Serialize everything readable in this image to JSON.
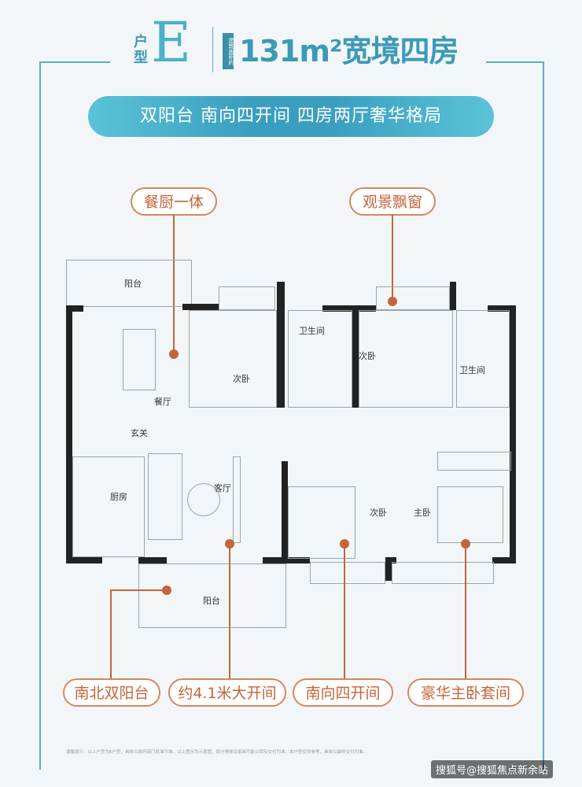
{
  "title": {
    "type_prefix": "户型",
    "type_letter": "E",
    "area_note": "建筑面积约",
    "area_text": "131m²宽境四房"
  },
  "banner": {
    "text": "双阳台   南向四开间   四房两厅奢华格局"
  },
  "callouts": {
    "dining_kitchen": "餐厨一体",
    "bay_window": "观景飘窗",
    "two_balconies": "南北双阳台",
    "wide_opening": "约4.1米大开间",
    "south_four_bays": "南向四开间",
    "master_suite": "豪华主卧套间"
  },
  "rooms": {
    "balcony_north": "阳台",
    "dining": "餐厅",
    "foyer": "玄关",
    "kitchen": "厨房",
    "living": "客厅",
    "balcony_south": "阳台",
    "bedroom_2": "次卧",
    "bath_1": "卫生间",
    "bedroom_3": "次卧",
    "bath_2": "卫生间",
    "bedroom_4": "次卧",
    "master": "主卧"
  },
  "footnote": "温馨提示：以上户型为E户型，具体以政府部门批准为准。以上图示为示意图，部分墙体及家具可能以实际交付为准，本户型仅供参考，具体以最终交付为准。",
  "watermark": "搜狐号@搜狐焦点新余站",
  "colors": {
    "accent": "#3b9ab7",
    "callout": "#c5643a",
    "wall": "#222222"
  }
}
